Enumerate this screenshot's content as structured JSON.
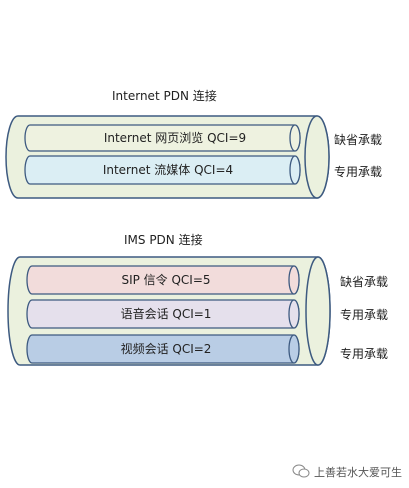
{
  "groups": [
    {
      "title": "Internet PDN 连接",
      "bearers": [
        {
          "label": "Internet  网页浏览  QCI=9",
          "side": "缺省承载",
          "fill": "#eef2e0"
        },
        {
          "label": "Internet  流媒体  QCI=4",
          "side": "专用承载",
          "fill": "#dbeef4"
        }
      ]
    },
    {
      "title": "IMS PDN 连接",
      "bearers": [
        {
          "label": "SIP 信令  QCI=5",
          "side": "缺省承载",
          "fill": "#f2dcdb"
        },
        {
          "label": "语音会话  QCI=1",
          "side": "专用承载",
          "fill": "#e5e0ec"
        },
        {
          "label": "视频会话  QCI=2",
          "side": "专用承载",
          "fill": "#b9cde5"
        }
      ]
    }
  ],
  "colors": {
    "outer_pipe": "#ebf1de",
    "stroke": "#3d5a80"
  },
  "watermark": {
    "text": "上善若水大爱可生",
    "icon": "wechat-icon"
  }
}
